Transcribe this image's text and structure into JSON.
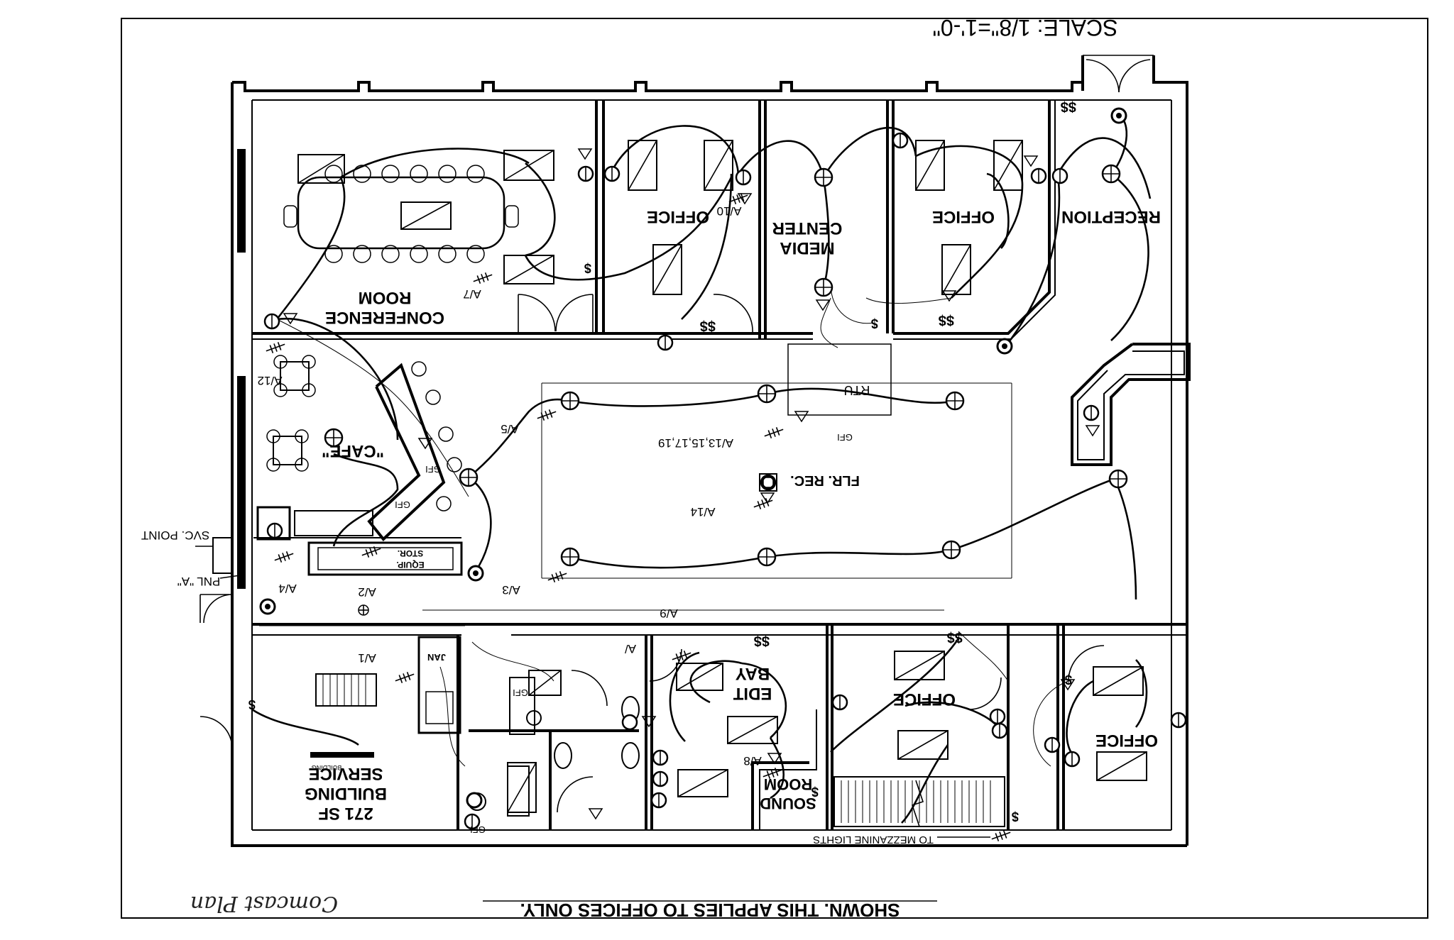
{
  "sheet": {
    "scale": "SCALE: 1/8\"=1'-0\"",
    "note": "SHOWN. THIS APPLIES TO OFFICES ONLY.",
    "handwritten": "Comcast Plan"
  },
  "rooms": {
    "conference_line1": "CONFERENCE",
    "conference_line2": "ROOM",
    "office_a": "OFFICE",
    "media_line1": "MEDIA",
    "media_line2": "CENTER",
    "office_b": "OFFICE",
    "reception": "RECEPTION",
    "cafe": "\"CAFE\"",
    "equip_line1": "EQUIP.",
    "equip_line2": "STOR.",
    "rtu": "RTU",
    "flr_rec": "FLR. REC.",
    "edit_line1": "EDIT",
    "edit_line2": "BAY",
    "office_c": "OFFICE",
    "office_d": "OFFICE",
    "sound_line1": "SOUND",
    "sound_line2": "ROOM",
    "service_line1": "271 SF",
    "service_line2": "BUILDING",
    "service_line3": "SERVICE",
    "service_small": "BUILDING",
    "jan": "JAN"
  },
  "callouts": {
    "a7": "A/7",
    "a10": "A/10",
    "a12": "A/12",
    "a5": "A/5",
    "a13": "A/13,15,17,19",
    "a14": "A/14",
    "a3": "A/3",
    "a2": "A/2",
    "a4": "A/4",
    "a9": "A/9",
    "a1": "A/1",
    "a8": "A/8",
    "a_short": "A/",
    "svc_point": "SVC. POINT",
    "pnl": "PNL \"A\"",
    "mezz": "TO MEZZANINE LIGHTS",
    "gfi": "GFI"
  },
  "switches": {
    "double": "$$",
    "single": "$"
  }
}
